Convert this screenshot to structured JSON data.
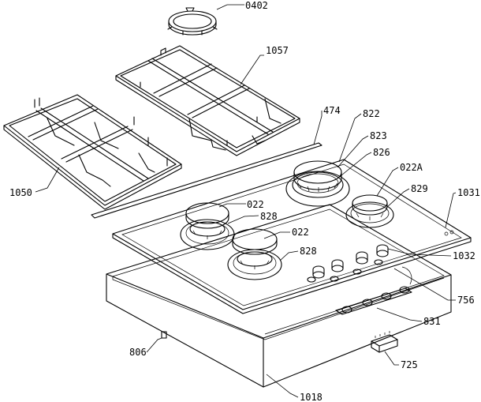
{
  "diagram": {
    "labels": {
      "l0402": "0402",
      "l1057": "1057",
      "l474": "474",
      "l822": "822",
      "l823": "823",
      "l826": "826",
      "l022A": "022A",
      "l829": "829",
      "l1031": "1031",
      "l1050": "1050",
      "l022a": "022",
      "l828a": "828",
      "l022b": "022",
      "l828b": "828",
      "l1032": "1032",
      "l756": "756",
      "l831": "831",
      "l806": "806",
      "l725": "725",
      "l1018": "1018"
    }
  }
}
